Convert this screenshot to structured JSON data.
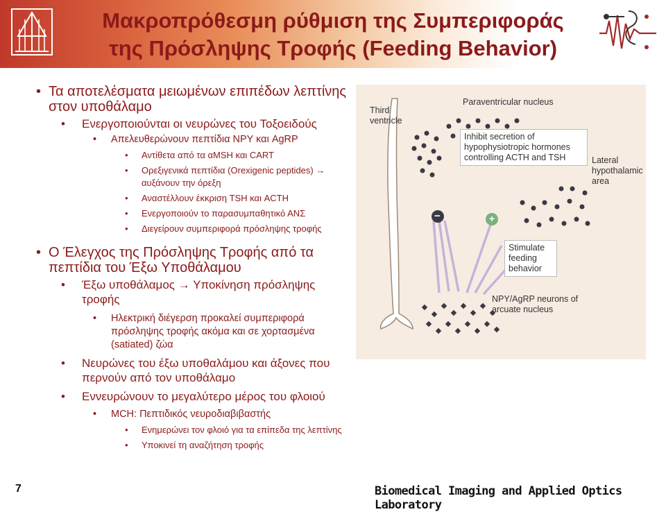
{
  "header": {
    "title_line1": "Μακροπρόθεσμη ρύθμιση της Συμπεριφοράς",
    "title_line2": "της Πρόσληψης Τροφής (Feeding Behavior)"
  },
  "bullets": [
    {
      "level": 1,
      "text": "Τα αποτελέσματα μειωμένων επιπέδων λεπτίνης στον υποθάλαμο"
    },
    {
      "level": 2,
      "text": "Ενεργοποιούνται οι νευρώνες του Τοξοειδούς"
    },
    {
      "level": 3,
      "text": "Απελευθερώνουν πεπτίδια NPY και AgRP"
    },
    {
      "level": 4,
      "text": "Αντίθετα από τα αMSH και CART"
    },
    {
      "level": 4,
      "text": "Ορεξιγενικά πεπτίδια (Orexigenic peptides) → αυξάνουν την όρεξη"
    },
    {
      "level": 4,
      "text": "Αναστέλλουν έκκριση TSH και ACTH"
    },
    {
      "level": 4,
      "text": "Ενεργοποιούν το παρασυμπαθητικό ΑΝΣ"
    },
    {
      "level": 4,
      "text": "Διεγείρουν συμπεριφορά πρόσληψης τροφής"
    },
    {
      "level": 1,
      "text": "Ο Έλεγχος της Πρόσληψης Τροφής από τα πεπτίδια του Έξω Υποθάλαμου"
    },
    {
      "level": 2,
      "text": "Έξω υποθάλαμος → Υποκίνηση πρόσληψης τροφής"
    },
    {
      "level": 3,
      "text": "Ηλεκτρική διέγερση προκαλεί συμπεριφορά πρόσληψης τροφής ακόμα και σε χορτασμένα (satiated) ζώα"
    },
    {
      "level": 2,
      "text": "Νευρώνες του έξω υποθαλάμου και άξονες που περνούν από τον υποθάλαμο"
    },
    {
      "level": 2,
      "text": "Εννευρώνουν το μεγαλύτερο μέρος του φλοιού"
    },
    {
      "level": 3,
      "text": "MCH: Πεπτιδικός νευροδιαβιβαστής"
    },
    {
      "level": 4,
      "text": "Ενημερώνει τον φλοιό για τα επίπεδα της λεπτίνης"
    },
    {
      "level": 4,
      "text": "Υποκινεί τη αναζήτηση τροφής"
    }
  ],
  "figure": {
    "third_ventricle": "Third ventricle",
    "paraventricular": "Paraventricular nucleus",
    "inhibit_box": "Inhibit secretion of hypophysiotropic hormones controlling ACTH and TSH",
    "lateral": "Lateral hypothalamic area",
    "stimulate_box": "Stimulate feeding behavior",
    "npy_label": "NPY/AgRP neurons of arcuate nucleus",
    "minus_sign": "−",
    "plus_sign": "+"
  },
  "footer": {
    "page_number": "7",
    "lab_name": "Biomedical Imaging and Applied Optics Laboratory"
  },
  "colors": {
    "title": "#8b1a1a",
    "bullet_text": "#8b1a1a",
    "figure_bg": "#f6ece2"
  }
}
